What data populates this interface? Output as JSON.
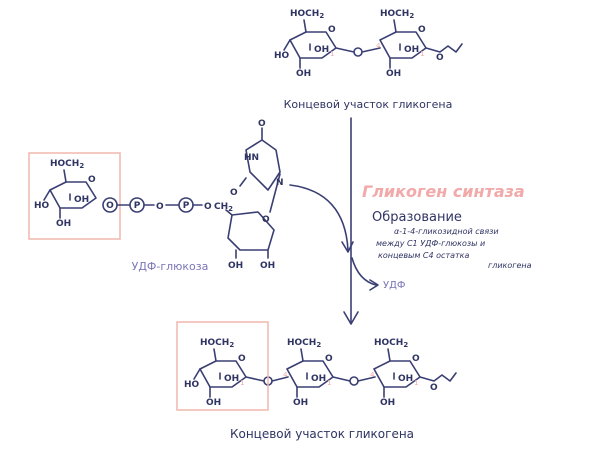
{
  "labels": {
    "top_title": "Концевой участок гликогена",
    "bottom_title": "Концевой участок гликогена",
    "udp_glucose": "УДФ-глюкоза",
    "enzyme": "Гликоген синтаза",
    "formation_heading": "Образование",
    "formation_line1": "α-1-4-гликозидной связи",
    "formation_line2": "между С1 УДФ-глюкозы и",
    "formation_line3": "концевым С4 остатка",
    "formation_line4": "гликогена",
    "udp_product": "УДФ"
  },
  "chem": {
    "hoch2": "HOCH",
    "sub2": "2",
    "oh": "OH",
    "ho": "HO",
    "o": "O",
    "p": "P",
    "ch2": "CH",
    "n": "N",
    "hn": "HN",
    "one": "1",
    "four": "4"
  },
  "colors": {
    "ink": "#2f3463",
    "purple": "#7a76b8",
    "pink_highlight": "#f2a9a9",
    "box_border": "#f0b7ae"
  }
}
